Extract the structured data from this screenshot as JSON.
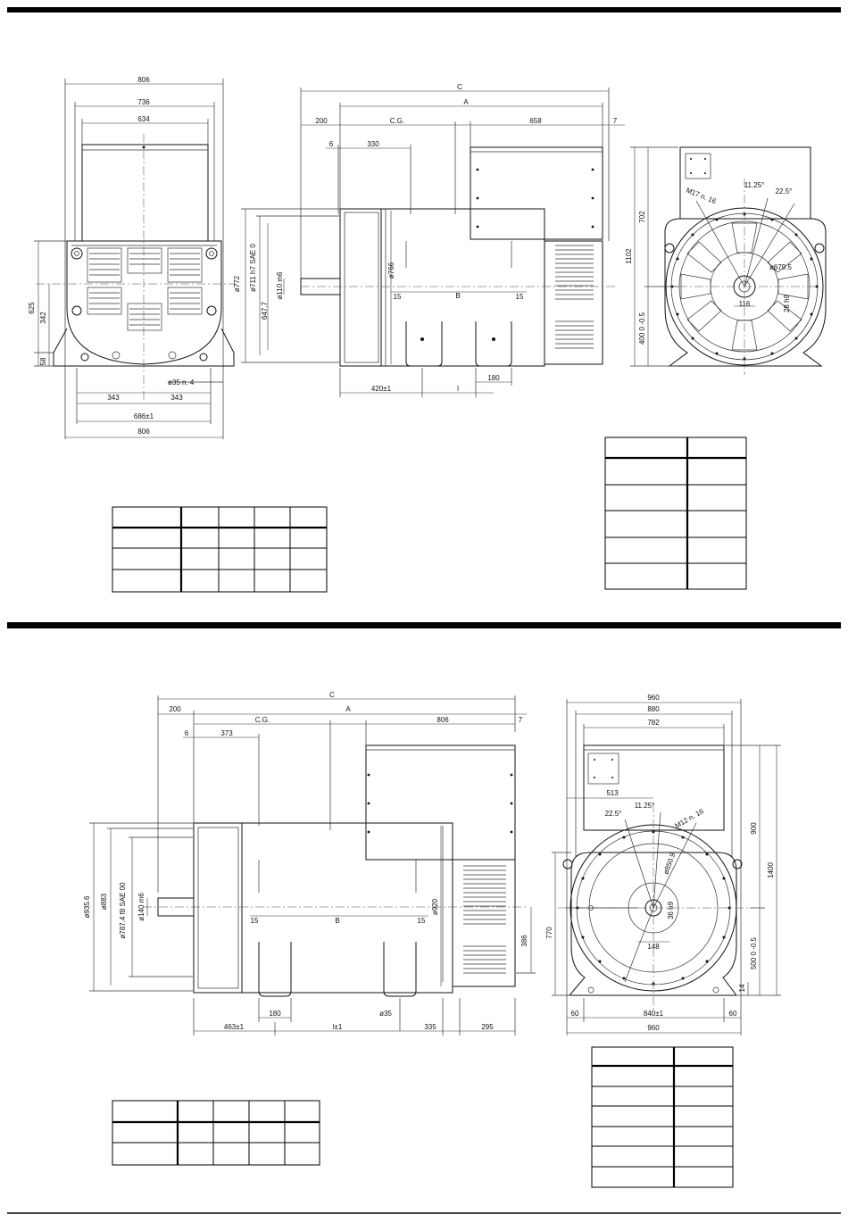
{
  "top": {
    "front": {
      "width_outer": "806",
      "width_mid": "736",
      "width_inner": "634",
      "height_axis": "625",
      "height_342": "342",
      "height_58": "58",
      "foot_left": "343",
      "foot_right": "343",
      "foot_span": "686±1",
      "base_width": "806",
      "hole": "ø35  n. 4"
    },
    "side": {
      "c": "C",
      "a": "A",
      "d200": "200",
      "cg": "C.G.",
      "d658": "658",
      "d7": "7",
      "d6": "6",
      "d330": "330",
      "d772": "ø772",
      "d711": "ø711  h7  SAE 0",
      "d6477": "647.7",
      "shaft": "ø110 m6",
      "d766": "ø766",
      "d15a": "15",
      "b": "B",
      "d15b": "15",
      "d180": "180",
      "d420": "420±1",
      "l": "l"
    },
    "end": {
      "angle1": "11.25°",
      "angle2": "22.5°",
      "holes": "M17  n. 16",
      "pcd": "ø679.5",
      "d116": "116",
      "key": "28 h9",
      "h702": "702",
      "h1102": "1102",
      "h400": "400  0 -0.5"
    }
  },
  "bottom": {
    "side": {
      "c": "C",
      "a": "A",
      "d200": "200",
      "cg": "C.G.",
      "d806": "806",
      "d7": "7",
      "d6": "6",
      "d373": "373",
      "d9356": "ø935.6",
      "d883": "ø883",
      "d7874": "ø787.4  f8  SAE 00",
      "shaft": "ø140 m6",
      "d920": "ø920",
      "d15a": "15",
      "b": "B",
      "d15b": "15",
      "d386": "386",
      "d180": "180",
      "d35": "ø35",
      "d463": "463±1",
      "l": "l±1",
      "d335": "335",
      "d295": "295"
    },
    "end": {
      "w960": "960",
      "w880": "880",
      "w782": "782",
      "d513": "513",
      "angle1": "22.5°",
      "angle2": "11.25°",
      "holes": "M12  n. 16",
      "pcd": "ø850.9",
      "key": "36 h9",
      "d148": "148",
      "h900": "900",
      "h1400": "1400",
      "h770": "770",
      "h500": "500  0 -0.5",
      "d14": "14",
      "d60a": "60",
      "span": "840±1",
      "d60b": "60",
      "base960": "960"
    }
  }
}
